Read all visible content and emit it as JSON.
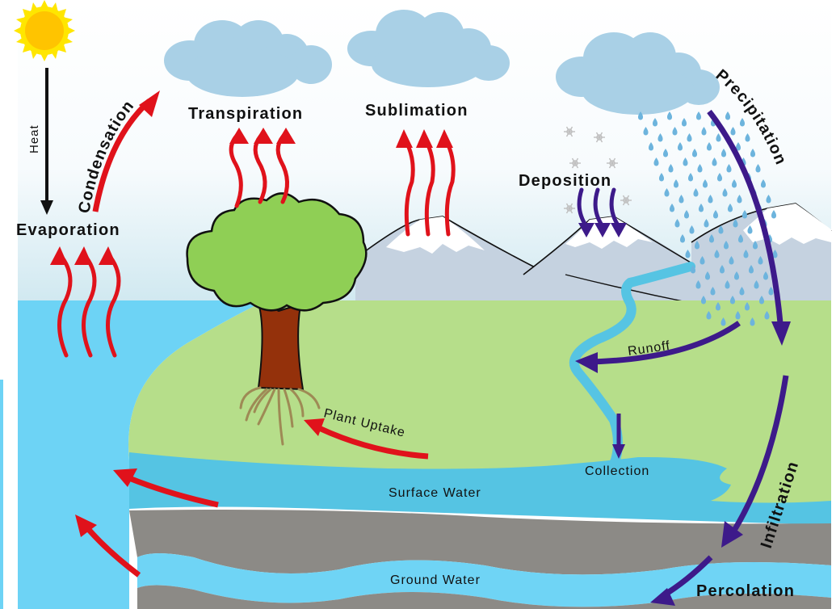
{
  "title": "Water Cycle",
  "colors": {
    "sky_top": "#ffffff",
    "sky_bottom": "#d6ecf2",
    "cloud": "#a9d0e6",
    "sea": "#6dd3f5",
    "surface_water": "#55c4e3",
    "ground_water": "#6fd4f5",
    "land": "#b6de8a",
    "rock": "#8c8a86",
    "mountain": "#c5d2e0",
    "snow": "#ffffff",
    "tree_leaves": "#8fcf55",
    "tree_trunk": "#94310b",
    "roots": "#9e8a55",
    "red_arrow": "#e0121b",
    "purple_arrow": "#3d1a8a",
    "rain": "#6db4dd",
    "river": "#56c4e3",
    "sun_core": "#ffc400",
    "sun_rays": "#ffe600"
  },
  "labels": {
    "heat": "Heat",
    "evaporation": "Evaporation",
    "condensation": "Condensation",
    "transpiration": "Transpiration",
    "sublimation": "Sublimation",
    "deposition": "Deposition",
    "precipitation": "Precipitation",
    "runoff": "Runoff",
    "plant_uptake": "Plant Uptake",
    "collection": "Collection",
    "surface_water": "Surface Water",
    "infiltration": "Infiltration",
    "ground_water": "Ground Water",
    "percolation": "Percolation"
  },
  "icons": {
    "sun": "sun-icon",
    "cloud": "cloud-icon",
    "snowflake": "snowflake-icon",
    "raindrop": "raindrop-icon",
    "tree": "tree-icon",
    "mountain": "mountain-icon"
  }
}
